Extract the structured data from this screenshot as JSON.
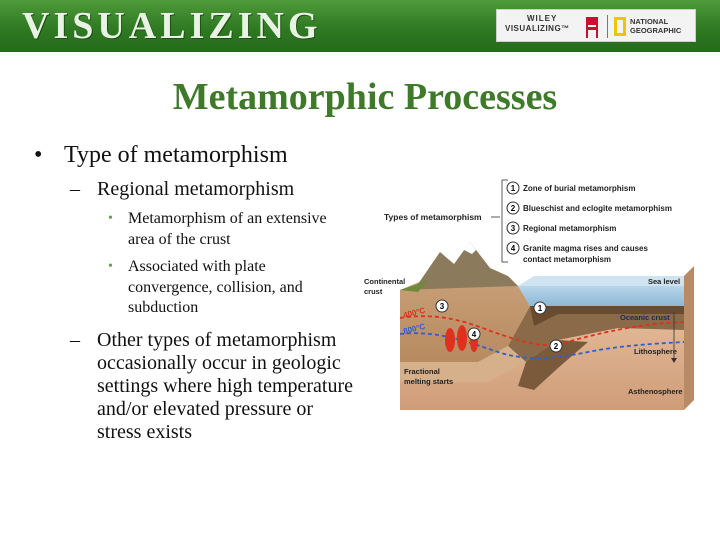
{
  "banner": {
    "title": "VISUALIZING",
    "wiley": "WILEY",
    "visualizing_tm": "VISUALIZING™",
    "ng_line1": "NATIONAL",
    "ng_line2": "GEOGRAPHIC"
  },
  "slide": {
    "title": "Metamorphic Processes"
  },
  "bullets": {
    "level1_mark": "•",
    "level1": "Type of metamorphism",
    "level2_mark": "–",
    "regional": "Regional metamorphism",
    "level3_mark": "•",
    "sub1_line1": "Metamorphism of an extensive",
    "sub1_line2": "area of the crust",
    "sub2_line1": "Associated with plate",
    "sub2_line2": "convergence, collision, and",
    "sub2_line3": "subduction",
    "other_line1": "Other types of metamorphism",
    "other_line2": "occasionally occur in geologic",
    "other_line3": "settings where high temperature",
    "other_line4": "and/or elevated pressure or",
    "other_line5": "stress exists"
  },
  "figure": {
    "heading": "Types of metamorphism",
    "legend": [
      {
        "num": "1",
        "line1": "Zone of burial metamorphism",
        "line2": ""
      },
      {
        "num": "2",
        "line1": "Blueschist and eclogite metamorphism",
        "line2": ""
      },
      {
        "num": "3",
        "line1": "Regional metamorphism",
        "line2": ""
      },
      {
        "num": "4",
        "line1": "Granite magma rises and causes",
        "line2": "contact metamorphism"
      }
    ],
    "continental_crust_1": "Continental",
    "continental_crust_2": "crust",
    "sea_level": "Sea level",
    "oceanic_crust": "Oceanic crust",
    "lithosphere": "Lithosphere",
    "asthenosphere": "Asthenosphere",
    "temp_400": "400°C",
    "temp_800": "800°C",
    "fractional_1": "Fractional",
    "fractional_2": "melting starts",
    "colors": {
      "banner_green": "#2f7a22",
      "title_green": "#3e7a2a",
      "legend_box": "#ffffff",
      "isotherm_red": "#e0301e",
      "isotherm_blue": "#2e5fd0",
      "ocean": "#9fc7e0",
      "mantle": "#d9ab86"
    }
  }
}
